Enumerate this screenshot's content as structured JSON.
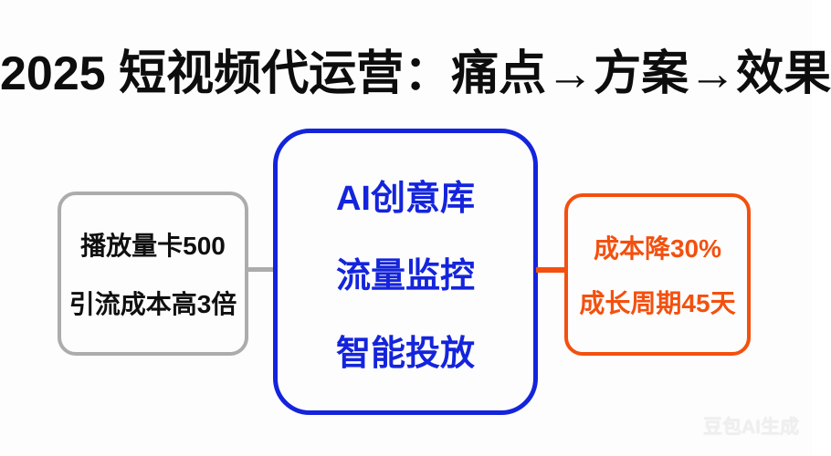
{
  "title": "2025 短视频代运营：痛点→方案→效果",
  "diagram": {
    "pain": {
      "role": "痛点",
      "lines": [
        "播放量卡500",
        "引流成本高3倍"
      ],
      "border_color": "#acacac",
      "text_color": "#0f0f0f"
    },
    "solution": {
      "role": "方案",
      "lines": [
        "AI创意库",
        "流量监控",
        "智能投放"
      ],
      "border_color": "#1424dc",
      "text_color": "#1424dc"
    },
    "result": {
      "role": "效果",
      "lines": [
        "成本降30%",
        "成长周期45天"
      ],
      "border_color": "#f3500f",
      "text_color": "#f3500f"
    },
    "connectors": [
      {
        "from": "pain",
        "to": "solution",
        "color": "#acacac"
      },
      {
        "from": "solution",
        "to": "result",
        "color": "#f3500f"
      }
    ]
  },
  "watermark": "豆包AI生成",
  "colors": {
    "background": "#fdfdfd",
    "title_text": "#0d0d0d",
    "blue_accent": "#1424dc",
    "orange_accent": "#f3500f",
    "gray_accent": "#acacac",
    "watermark_text": "#efefef"
  }
}
